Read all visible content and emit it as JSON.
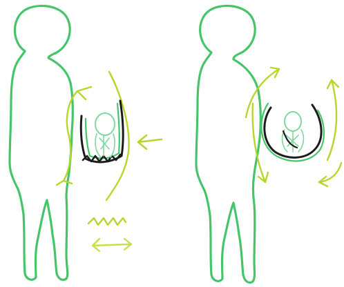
{
  "diagram": {
    "panels": [
      {
        "id": "left",
        "elements": [
          "person-silhouette",
          "carrier-pouch",
          "baby-sketch",
          "motion-arrows",
          "zigzag-mark",
          "double-arrow"
        ]
      },
      {
        "id": "right",
        "elements": [
          "person-silhouette",
          "curved-carrier",
          "baby-sketch",
          "circular-motion-arrows"
        ]
      }
    ]
  },
  "colors": {
    "silhouette": "#45c46a",
    "accent_lime": "#b5d62a",
    "lime_light": "#c7df4a",
    "mint": "#7fd7a0",
    "ink": "#1b1b1b"
  },
  "icons": [
    "person-silhouette-icon",
    "arrow-icon",
    "double-arrow-icon",
    "zigzag-icon",
    "baby-icon"
  ]
}
